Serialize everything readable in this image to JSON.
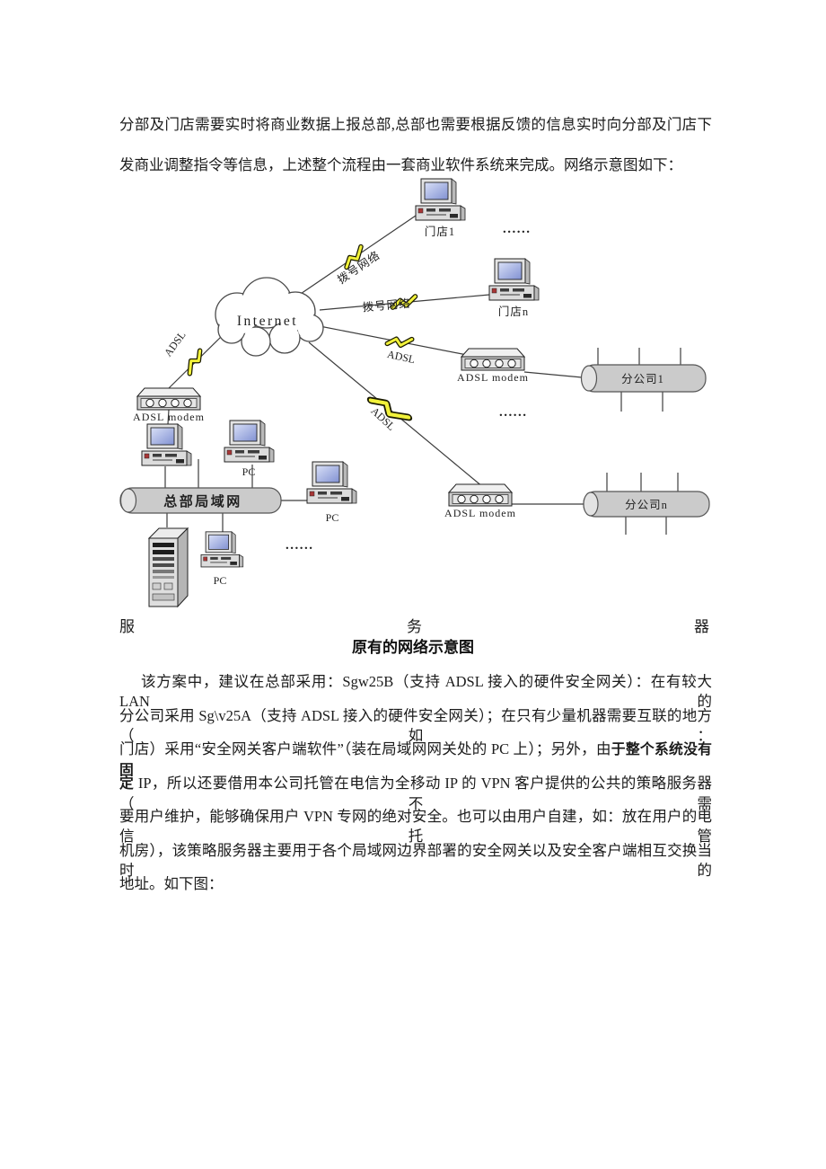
{
  "document": {
    "intro": {
      "line1": "分部及门店需要实时将商业数据上报总部,总部也需要根据反馈的信息实时向分部及门店下",
      "line2": "发商业调整指令等信息，上述整个流程由一套商业软件系统来完成。网络示意图如下："
    },
    "server_word": {
      "left": "服",
      "middle": "务",
      "right": "器"
    },
    "figure_caption": "原有的网络示意图",
    "body": {
      "lines": [
        {
          "pre": "该方案中，建议在总部采用：Sgw25B（支持 ADSL 接入的硬件安全网关）：在有较大 LAN 的",
          "bold": "",
          "post": ""
        },
        {
          "pre": "分公司采用 Sg\\v25A（支持 ADSL 接入的硬件安全网关）；在只有少量机器需要互联的地方（如：",
          "bold": "",
          "post": ""
        },
        {
          "pre": "门店）采用“安全网关客户端软件”（装在局域网网关处的 PC 上）；另外，由",
          "bold": "于整个系统没有固",
          "post": ""
        },
        {
          "pre": "",
          "bold": "定",
          "post": " IP，所以还要借用本公司托管在电信为全移动 IP 的 VPN 客户提供的公共的策略服务器（不需"
        },
        {
          "pre": "要用户维护，能够确保用户 VPN 专网的绝对安全。也可以由用户自建，如：放在用户的电信托管",
          "bold": "",
          "post": ""
        },
        {
          "pre": "机房），该策略服务器主要用于各个局域网边界部署的安全网关以及安全客户端相互交换当时的",
          "bold": "",
          "post": ""
        },
        {
          "pre": "地址。如下图：",
          "bold": "",
          "post": ""
        }
      ]
    }
  },
  "diagram": {
    "internet": "Internet",
    "store1": "门店1",
    "store_n": "门店n",
    "dialup_network": "拨号网络",
    "adsl": "ADSL",
    "adsl_modem": "ADSL modem",
    "branch1": "分公司1",
    "branch_n": "分公司n",
    "hq_lan": "总部局域网",
    "pc": "PC",
    "ellipsis": "......"
  }
}
